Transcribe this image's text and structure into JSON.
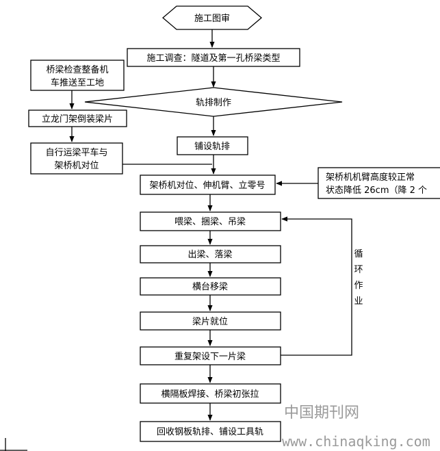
{
  "nodes": {
    "start": "施工图审",
    "survey": "施工调查：隧道及第一孔桥梁类型",
    "equip": [
      "桥梁检查整备机",
      "车推送至工地"
    ],
    "rails": "轨排制作",
    "gantry": "立龙门架倒装梁片",
    "lay": "铺设轨排",
    "transport": [
      "自行运梁平车与",
      "架桥机对位"
    ],
    "align": "架桥机对位、伸机臂、立零号",
    "lower": [
      "架桥机机臂高度较正常",
      "状态降低 26cm（降 2 个"
    ],
    "feed": "喂梁、捆梁、吊梁",
    "out": "出梁、落梁",
    "move": "横台移梁",
    "place": "梁片就位",
    "repeat": "重复架设下一片梁",
    "weld": "横隔板焊接、桥梁初张拉",
    "recover": "回收钢板轨排、铺设工具轨"
  },
  "loop_label": [
    "循",
    "环",
    "作",
    "业"
  ],
  "watermark": {
    "cn": "中国期刊网",
    "url": "www.chinaqking.com"
  }
}
